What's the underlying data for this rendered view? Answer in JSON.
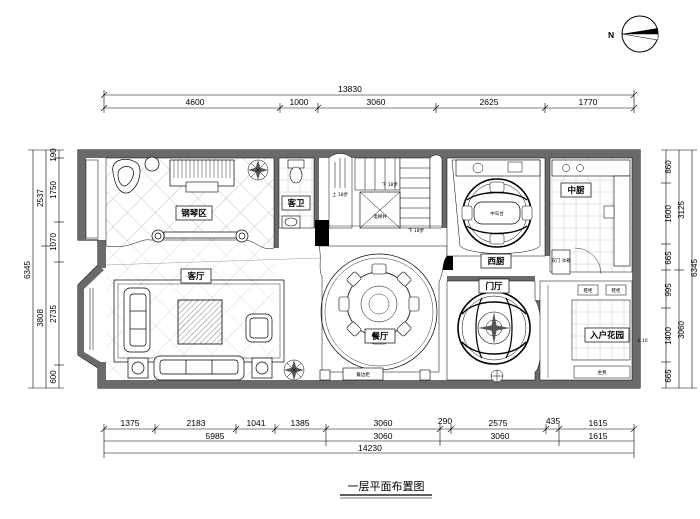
{
  "title": "一层平面布置图",
  "north_label": "N",
  "dims_top": {
    "total": "13830",
    "segments": [
      "4600",
      "1000",
      "3060",
      "2625",
      "1770"
    ]
  },
  "dims_bottom": {
    "row1": [
      "1375",
      "2183",
      "1041",
      "1385",
      "3060",
      "290",
      "2575",
      "435",
      "1615"
    ],
    "row2": [
      "5985",
      "3060",
      "3060",
      "1615"
    ],
    "total": "14230"
  },
  "dims_left": {
    "outer_total": "6345",
    "mid": [
      "2537",
      "3808"
    ],
    "inner": [
      "190",
      "1750",
      "1070",
      "2735",
      "600"
    ]
  },
  "dims_right": {
    "outer_total": "6345",
    "mid": [
      "3125",
      "3060"
    ],
    "inner": [
      "860",
      "1600",
      "665",
      "995",
      "1400",
      "665"
    ]
  },
  "rooms": {
    "piano": "钢琴区",
    "living": "客厅",
    "guest_bath": "客卫",
    "dining": "餐厅",
    "western_kitchen": "西厨",
    "chinese_kitchen": "中厨",
    "foyer": "门厅",
    "entry_garden": "入户花园"
  },
  "labels": {
    "elevator": "电梯井",
    "island": "中岛台",
    "fridge": "双门\n冰箱",
    "sideboard": "餐边柜",
    "shoe_left": "鞋柜",
    "shoe_right": "鞋柜",
    "seat": "坐凳",
    "stair_up": "上 18步",
    "stair_down": "下 18步",
    "stair_down2": "下 18步",
    "level": "-2.10"
  }
}
